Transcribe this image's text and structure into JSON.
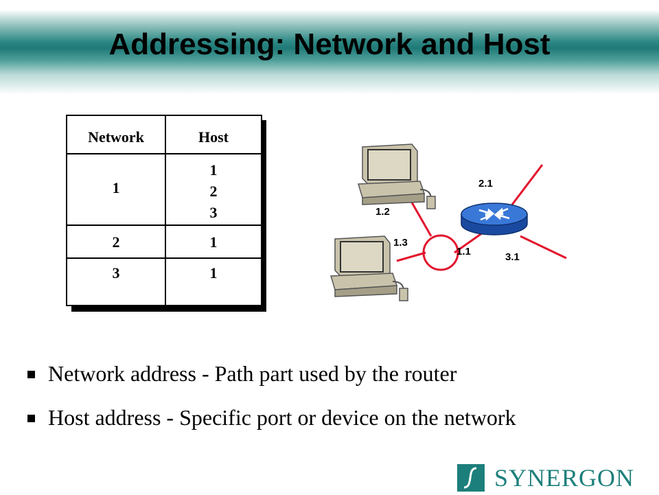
{
  "slide": {
    "title": "Addressing: Network and Host"
  },
  "table": {
    "headers": {
      "network": "Network",
      "host": "Host"
    },
    "rows": [
      {
        "network": "1",
        "hosts": [
          "1",
          "2",
          "3"
        ]
      },
      {
        "network": "2",
        "hosts": [
          "1"
        ]
      },
      {
        "network": "3",
        "hosts": [
          "1"
        ]
      }
    ]
  },
  "diagram": {
    "labels": {
      "pc_top": "1.2",
      "pc_bottom": "1.3",
      "router_left": "1.1",
      "router_top": "2.1",
      "router_bottom": "3.1"
    },
    "colors": {
      "link": "#e2142d",
      "router": "#2a64c6"
    }
  },
  "bullets": [
    "Network address - Path part used by the router",
    "Host address - Specific port or device on the network"
  ],
  "logo": {
    "text": "SYNERGON",
    "color": "#1d7f7b"
  }
}
